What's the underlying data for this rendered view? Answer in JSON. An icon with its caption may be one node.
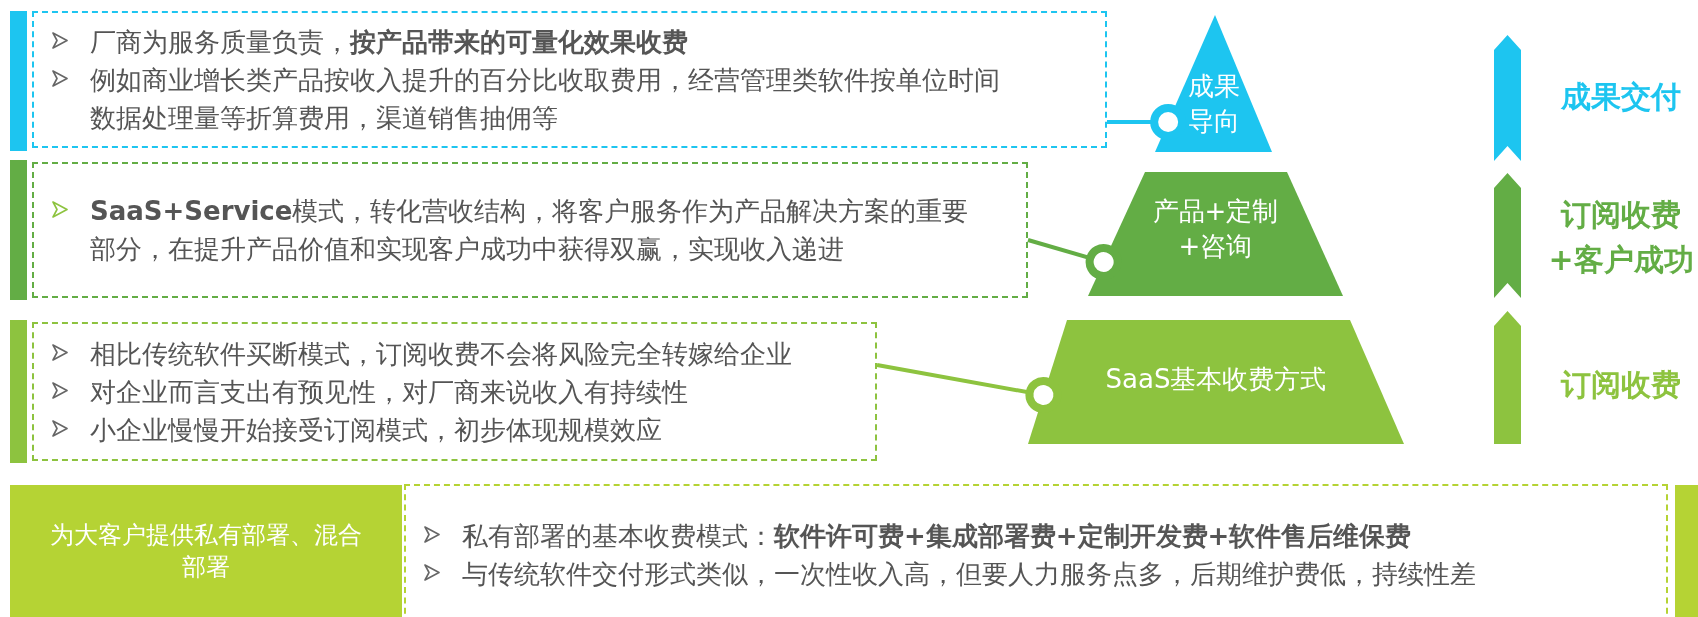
{
  "diagram": {
    "nodes": [
      {
        "text": [
          "厂商为服务质量负责，**按产品带来的可量化效果收费**",
          "例如商业增长类产品按收入提升的百分比收取费用，经营管理类软件按单位时间数据处理量等折算费用，渠道销售抽佣等"
        ]
      },
      {
        "text": [
          "成果导向"
        ]
      },
      {
        "text": [
          "**SaaS+Service**模式，转化营收结构，将客户服务作为产品解决方案的重要部分，在提升产品价值和实现客户成功中获得双赢，实现收入递进"
        ]
      },
      {
        "text": [
          "产品+定制+咨询"
        ]
      },
      {
        "text": [
          "相比传统软件买断模式，订阅收费不会将风险完全转嫁给企业",
          "对企业而言支出有预见性，对厂商来说收入有持续性",
          "小企业慢慢开始接受订阅模式，初步体现规模效应"
        ]
      },
      {
        "text": [
          "SaaS基本收费方式"
        ]
      },
      {
        "text": [
          "为大客户提供私有部署、混合部署"
        ]
      },
      {
        "text": [
          "私有部署的基本收费模式：**软件许可费+集成部署费+定制开发费+软件售后维保费**",
          "与传统软件交付形式类似，一次性收入高，但要人力服务点多，后期维护费低，持续性差"
        ]
      }
    ],
    "edges": [
      {
        "from": 0,
        "to": 1,
        "arrow": "other",
        "color": "#1dc5f0"
      },
      {
        "from": 2,
        "to": 3,
        "arrow": "other",
        "color": "#63ad45"
      },
      {
        "from": 4,
        "to": 5,
        "arrow": "other",
        "color": "#8dc33f"
      }
    ],
    "labels": [
      "成果交付",
      "订阅收费",
      "+客户成功",
      "订阅收费"
    ]
  }
}
